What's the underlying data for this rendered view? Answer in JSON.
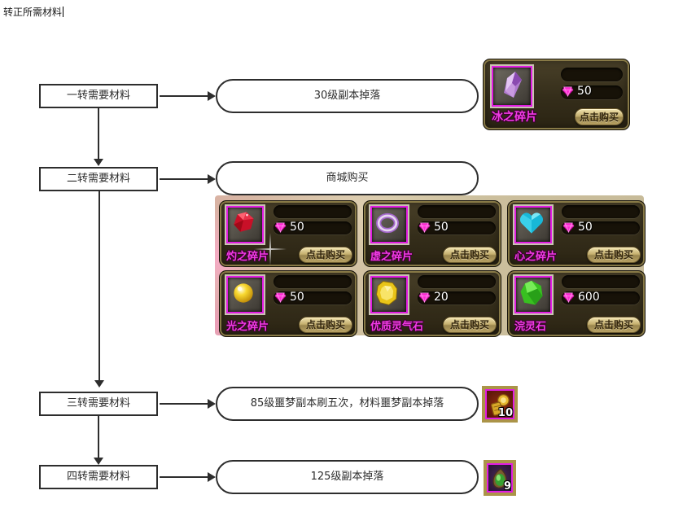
{
  "page": {
    "title": "转正所需材料"
  },
  "flow": {
    "rows": [
      {
        "box": "一转需要材料",
        "result": "30级副本掉落"
      },
      {
        "box": "二转需要材料",
        "result": "商城购买"
      },
      {
        "box": "三转需要材料",
        "result": "85级噩梦副本刷五次，材料噩梦副本掉落",
        "badge": "10",
        "badge_icon": "gold-trinket-icon"
      },
      {
        "box": "四转需要材料",
        "result": "125级副本掉落",
        "badge": "9",
        "badge_icon": "green-pendant-icon"
      }
    ]
  },
  "shop": {
    "buy_label": "点击购买",
    "currency_icon": "pink-diamond-icon",
    "featured": {
      "name": "冰之碎片",
      "price": "50",
      "icon": "ice-shard-icon"
    },
    "items": [
      {
        "name": "灼之碎片",
        "price": "50",
        "icon": "red-gem-icon"
      },
      {
        "name": "虚之碎片",
        "price": "50",
        "icon": "purple-ring-icon"
      },
      {
        "name": "心之碎片",
        "price": "50",
        "icon": "cyan-heart-icon"
      },
      {
        "name": "光之碎片",
        "price": "50",
        "icon": "yellow-orb-icon"
      },
      {
        "name": "优质灵气石",
        "price": "20",
        "icon": "yellow-stone-icon"
      },
      {
        "name": "浣灵石",
        "price": "600",
        "icon": "green-gem-icon"
      }
    ]
  },
  "colors": {
    "accent_magenta": "#f23ae6",
    "card_border_gold": "#877946",
    "card_background": "#342d1a",
    "button_tan": "#c6b06f",
    "flow_line": "#2d2d2d"
  }
}
